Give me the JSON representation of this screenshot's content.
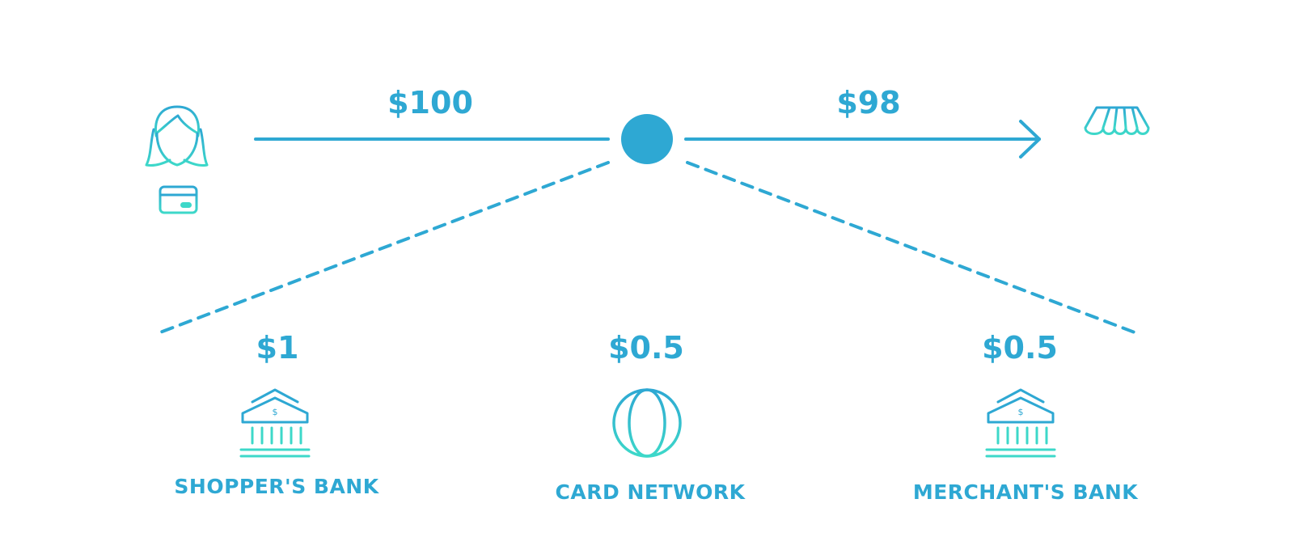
{
  "colors": {
    "primary": "#2ea8d3",
    "accent": "#3dd8c9"
  },
  "flow": {
    "shopper_to_network": "$100",
    "network_to_merchant": "$98"
  },
  "recipients": [
    {
      "name": "SHOPPER'S BANK",
      "amount": "$1",
      "icon": "bank-icon"
    },
    {
      "name": "CARD NETWORK",
      "amount": "$0.5",
      "icon": "globe-icon"
    },
    {
      "name": "MERCHANT'S BANK",
      "amount": "$0.5",
      "icon": "bank-icon"
    }
  ],
  "nodes": {
    "shopper_icon": "woman-icon",
    "card_icon": "credit-card-icon",
    "network_node_icon": "circle-node",
    "merchant_icon": "storefront-icon"
  }
}
